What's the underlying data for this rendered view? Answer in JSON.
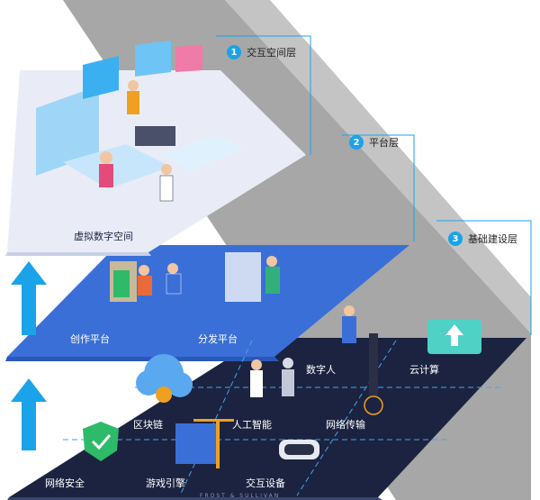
{
  "layers": [
    {
      "num": "1",
      "label": "交互空间层"
    },
    {
      "num": "2",
      "label": "平台层"
    },
    {
      "num": "3",
      "label": "基础建设层"
    }
  ],
  "top_layer": {
    "label": "虚拟数字空间"
  },
  "middle_layer": {
    "items": [
      "创作平台",
      "分发平台"
    ]
  },
  "bottom_layer": {
    "items": [
      "数字人",
      "云计算",
      "区块链",
      "人工智能",
      "网络传输",
      "网络安全",
      "游戏引擎",
      "交互设备"
    ]
  },
  "watermark": "FROST & SULLIVAN",
  "colors": {
    "sky": "#1aa3e8",
    "slab_top": "#e9ecf6",
    "slab_mid": "#3a6fd8",
    "slab_bottom": "#1b2340",
    "wall": "#9a9a9a",
    "arrow": "#1aa3e8"
  }
}
